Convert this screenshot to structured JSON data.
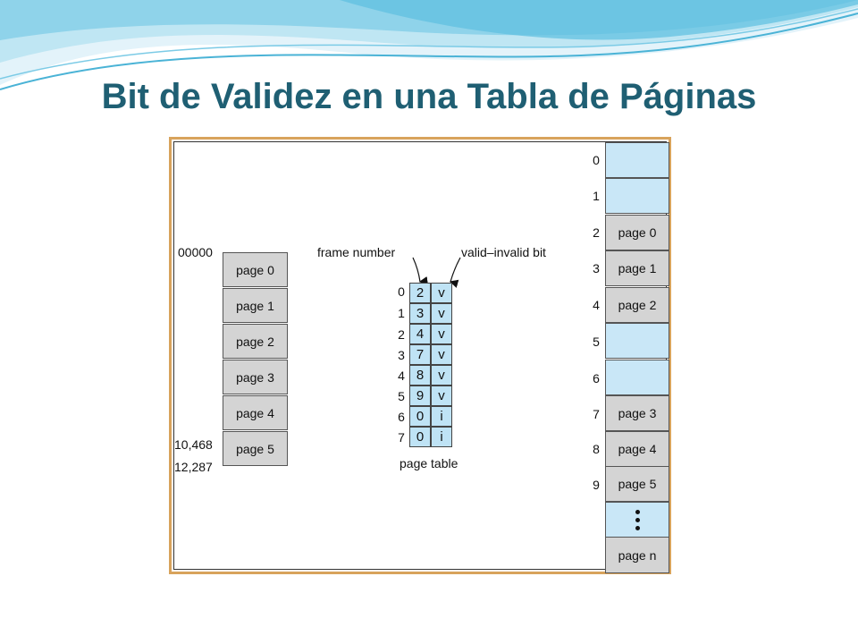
{
  "title": "Bit de Validez en una Tabla de Páginas",
  "logical_memory": {
    "pages": [
      "page 0",
      "page 1",
      "page 2",
      "page 3",
      "page 4",
      "page 5"
    ],
    "address_start": "00000",
    "address_mid": "10,468",
    "address_end": "12,287"
  },
  "page_table": {
    "frame_label": "frame number",
    "valid_label": "valid–invalid bit",
    "caption": "page table",
    "rows": [
      {
        "index": "0",
        "frame": "2",
        "bit": "v"
      },
      {
        "index": "1",
        "frame": "3",
        "bit": "v"
      },
      {
        "index": "2",
        "frame": "4",
        "bit": "v"
      },
      {
        "index": "3",
        "frame": "7",
        "bit": "v"
      },
      {
        "index": "4",
        "frame": "8",
        "bit": "v"
      },
      {
        "index": "5",
        "frame": "9",
        "bit": "v"
      },
      {
        "index": "6",
        "frame": "0",
        "bit": "i"
      },
      {
        "index": "7",
        "frame": "0",
        "bit": "i"
      }
    ]
  },
  "physical_memory": {
    "frames": [
      {
        "index": "0",
        "label": ""
      },
      {
        "index": "1",
        "label": ""
      },
      {
        "index": "2",
        "label": "page 0"
      },
      {
        "index": "3",
        "label": "page 1"
      },
      {
        "index": "4",
        "label": "page 2"
      },
      {
        "index": "5",
        "label": ""
      },
      {
        "index": "6",
        "label": ""
      },
      {
        "index": "7",
        "label": "page 3"
      },
      {
        "index": "8",
        "label": "page 4"
      },
      {
        "index": "9",
        "label": "page 5"
      },
      {
        "index": "",
        "label": ""
      },
      {
        "index": "",
        "label": "page n"
      }
    ]
  },
  "colors": {
    "title": "#1f5f73",
    "border": "#d8a35c",
    "empty_frame": "#c9e7f7",
    "filled_frame": "#d4d4d4",
    "page_table_cell": "#bfe3f5"
  }
}
